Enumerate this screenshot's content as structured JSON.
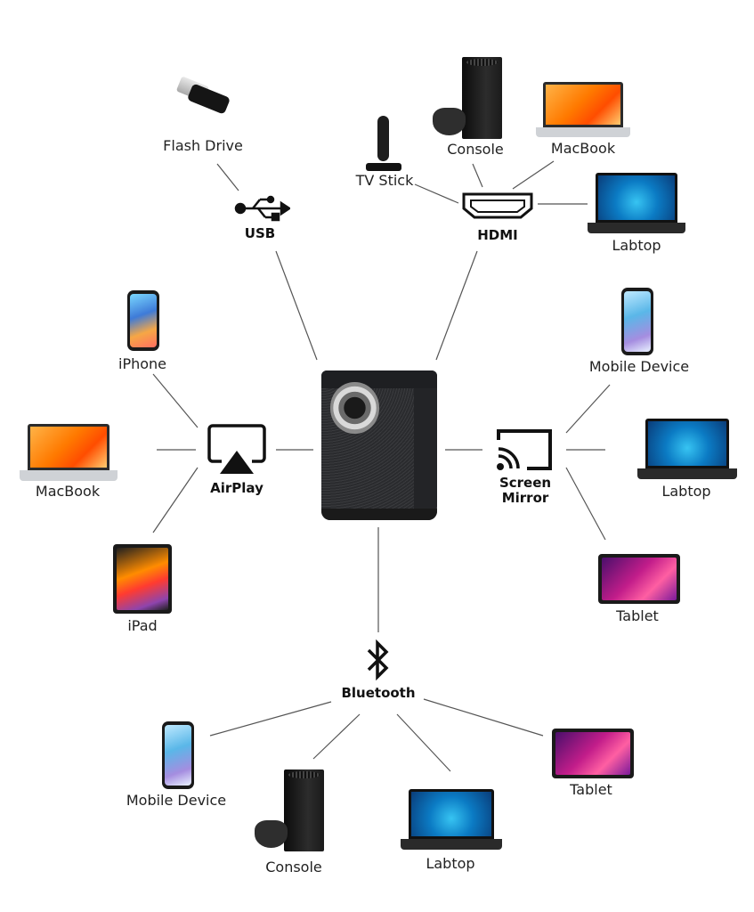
{
  "hubs": {
    "usb": {
      "label": "USB",
      "icon": "usb-icon"
    },
    "hdmi": {
      "label": "HDMI",
      "icon": "hdmi-port-icon"
    },
    "airplay": {
      "label": "AirPlay",
      "icon": "airplay-icon"
    },
    "screen_mirror": {
      "label_line1": "Screen",
      "label_line2": "Mirror",
      "icon": "screen-mirror-icon"
    },
    "bluetooth": {
      "label": "Bluetooth",
      "icon": "bluetooth-icon"
    }
  },
  "center": {
    "device": "projector"
  },
  "usb_devices": [
    {
      "label": "Flash Drive"
    }
  ],
  "hdmi_devices": [
    {
      "label": "TV Stick"
    },
    {
      "label": "Console"
    },
    {
      "label": "MacBook"
    },
    {
      "label": "Labtop"
    }
  ],
  "airplay_devices": [
    {
      "label": "iPhone"
    },
    {
      "label": "MacBook"
    },
    {
      "label": "iPad"
    }
  ],
  "mirror_devices": [
    {
      "label": "Mobile Device"
    },
    {
      "label": "Labtop"
    },
    {
      "label": "Tablet"
    }
  ],
  "bluetooth_devices": [
    {
      "label": "Mobile Device"
    },
    {
      "label": "Console"
    },
    {
      "label": "Labtop"
    },
    {
      "label": "Tablet"
    }
  ],
  "colors": {
    "line": "#555555",
    "icon": "#111111"
  }
}
